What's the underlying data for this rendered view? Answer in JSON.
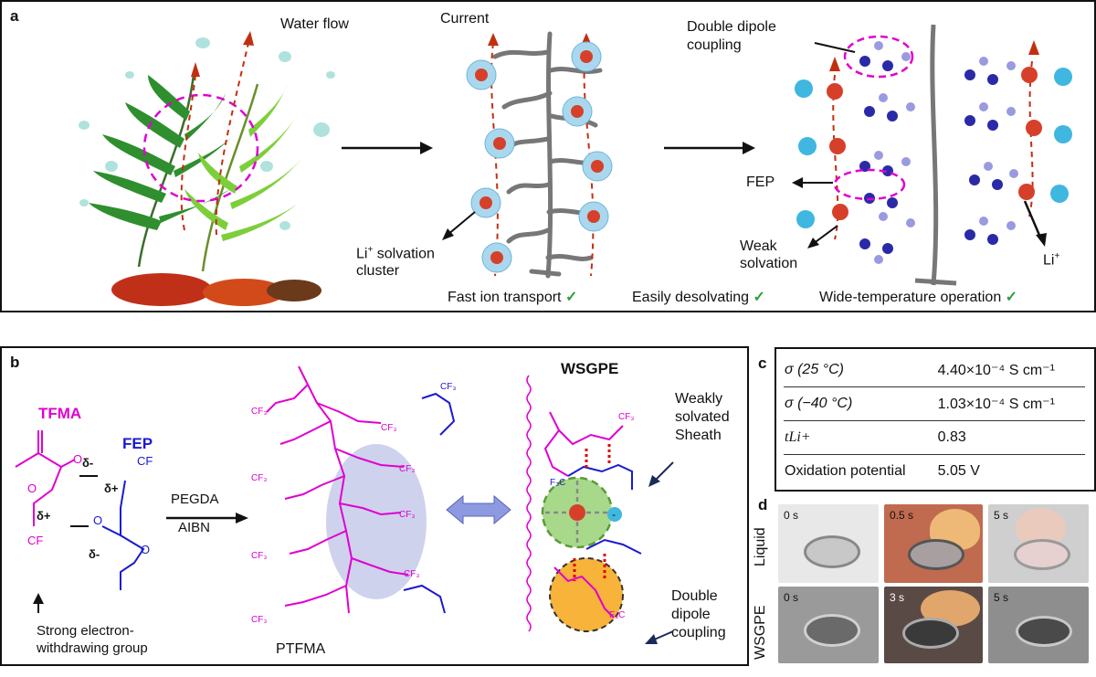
{
  "panel_a": {
    "label": "a",
    "water_flow": "Water flow",
    "current": "Current",
    "li_cluster": "Li+ solvation cluster",
    "double_dipole": "Double dipole coupling",
    "fep": "FEP",
    "weak_solvation": "Weak solvation",
    "li_ion": "Li+",
    "feature1": "Fast ion transport",
    "feature2": "Easily desolvating",
    "feature3": "Wide-temperature operation",
    "check": "✓",
    "minus": "-"
  },
  "panel_b": {
    "label": "b",
    "tfma": "TFMA",
    "fep": "FEP",
    "delta_minus": "δ-",
    "delta_plus": "δ+",
    "cf3": "CF3",
    "pegda": "PEGDA",
    "aibn": "AIBN",
    "ptfma": "PTFMA",
    "wsgpe": "WSGPE",
    "weakly_solvated": "Weakly solvated Sheath",
    "double_dipole": "Double dipole coupling",
    "strong_group": "Strong electron-withdrawing group",
    "colors": {
      "tfma": "#e000d0",
      "fep": "#1a1ad0",
      "green": "#7cc04a",
      "orange": "#f7b33a"
    }
  },
  "panel_c": {
    "label": "c",
    "rows": [
      {
        "prop": "σ (25 °C)",
        "value": "4.40×10⁻⁴ S cm⁻¹"
      },
      {
        "prop": "σ (−40 °C)",
        "value": "1.03×10⁻⁴ S cm⁻¹"
      },
      {
        "prop": "tLi+",
        "value": "0.83"
      },
      {
        "prop": "Oxidation potential",
        "value": "5.05 V"
      }
    ]
  },
  "panel_d": {
    "label": "d",
    "row1_label": "Liquid",
    "row2_label": "WSGPE",
    "row1_times": [
      "0 s",
      "0.5 s",
      "5 s"
    ],
    "row2_times": [
      "0 s",
      "3 s",
      "5 s"
    ]
  }
}
